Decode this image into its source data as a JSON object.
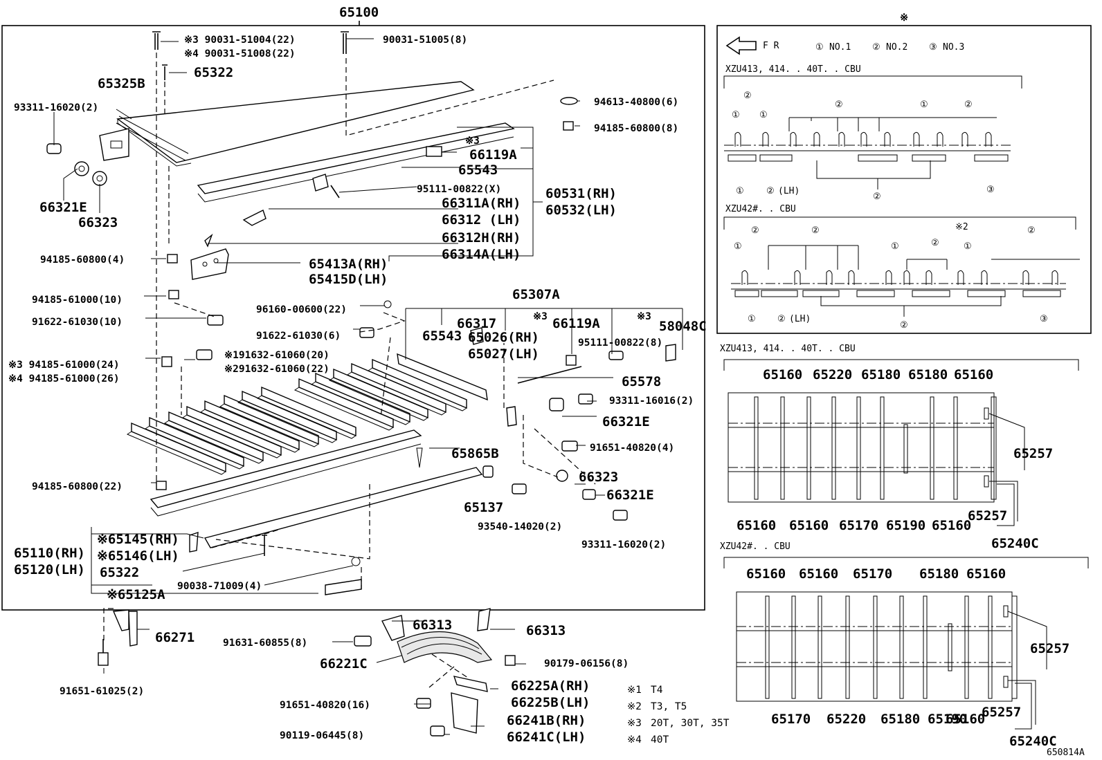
{
  "diagram_id": "650814A",
  "assembly_no": "65100",
  "mark": "※",
  "fr_label": "F R",
  "no_legend": [
    "NO.1",
    "NO.2",
    "NO.3"
  ],
  "circ_nums": [
    "①",
    "②",
    "③"
  ],
  "lh": "(LH)",
  "models": {
    "a": "XZU413, 414. . 40T. . CBU",
    "b": "XZU42#. . CBU"
  },
  "notes": [
    {
      "mark": "※1",
      "text": "T4"
    },
    {
      "mark": "※2",
      "text": "T3, T5"
    },
    {
      "mark": "※3",
      "text": "20T, 30T, 35T"
    },
    {
      "mark": "※4",
      "text": "40T"
    }
  ],
  "parts": {
    "p90031a": "※3 90031-51004(22)",
    "p90031b": "※4 90031-51008(22)",
    "p90031c": "90031-51005(8)",
    "p65322": "65322",
    "p65325B": "65325B",
    "p93311a": "93311-16020(2)",
    "p66321E_a": "66321E",
    "p66323_a": "66323",
    "p94613": "94613-40800(6)",
    "p94185_8": "94185-60800(8)",
    "p66119A_mark": "※3",
    "p66119A": "66119A",
    "p65543": "65543",
    "p95111_x": "95111-00822(X)",
    "p66311A": "66311A(RH)",
    "p66312": "66312  (LH)",
    "p60531": "60531(RH)",
    "p60532": "60532(LH)",
    "p66312H": "66312H(RH)",
    "p66314A": "66314A(LH)",
    "p94185_4": "94185-60800(4)",
    "p65413A": "65413A(RH)",
    "p65415D": "65415D(LH)",
    "p94185_10": "94185-61000(10)",
    "p91622_10": "91622-61030(10)",
    "p65307A": "65307A",
    "p96160": "96160-00600(22)",
    "p66317": "66317",
    "p66119A_b_mark": "※3",
    "p66119A_b": "66119A",
    "p58048C_mark": "※3",
    "p58048C": "58048C",
    "p91622_6": "91622-61030(6)",
    "p65543_b": "65543",
    "p65026": "65026(RH)",
    "p65027": "65027(LH)",
    "p95111_8": "95111-00822(8)",
    "p91632_20": "※191632-61060(20)",
    "p91632_22": "※291632-61060(22)",
    "p94185_24": "※3  94185-61000(24)",
    "p94185_26": "※4  94185-61000(26)",
    "p65578": "65578",
    "p93311_16016": "93311-16016(2)",
    "p66321E_b": "66321E",
    "p91651_4": "91651-40820(4)",
    "p65865B": "65865B",
    "p94185_22": "94185-60800(22)",
    "p66323_b": "66323",
    "p66321E_c": "66321E",
    "p65137": "65137",
    "p93540": "93540-14020(2)",
    "p93311_b": "93311-16020(2)",
    "p65145": "※65145(RH)",
    "p65146": "※65146(LH)",
    "p65110": "65110(RH)",
    "p65120": "65120(LH)",
    "p65322_b": "65322",
    "p90038": "90038-71009(4)",
    "p65125A": "※65125A",
    "p66271": "66271",
    "p91651_2": "91651-61025(2)",
    "p91631": "91631-60855(8)",
    "p66313a": "66313",
    "p66313b": "66313",
    "p66221C": "66221C",
    "p90179": "90179-06156(8)",
    "p91651_16": "91651-40820(16)",
    "p66225A": "66225A(RH)",
    "p66225B": "66225B(LH)",
    "p90119": "90119-06445(8)",
    "p66241B": "66241B(RH)",
    "p66241C": "66241C(LH)"
  },
  "layout_a": {
    "top": [
      "65160",
      "65220",
      "65180",
      "65180",
      "65160"
    ],
    "bottom": [
      "65160",
      "65160",
      "65170",
      "65190",
      "65160"
    ],
    "r1": "65257",
    "r2": "65257",
    "r3": "65240C"
  },
  "layout_b": {
    "top": [
      "65160",
      "65160",
      "65170",
      "65180",
      "65160"
    ],
    "bottom": [
      "65170",
      "65220",
      "65180",
      "65190",
      "65160"
    ],
    "r1": "65257",
    "r2": "65257",
    "r3": "65240C"
  }
}
